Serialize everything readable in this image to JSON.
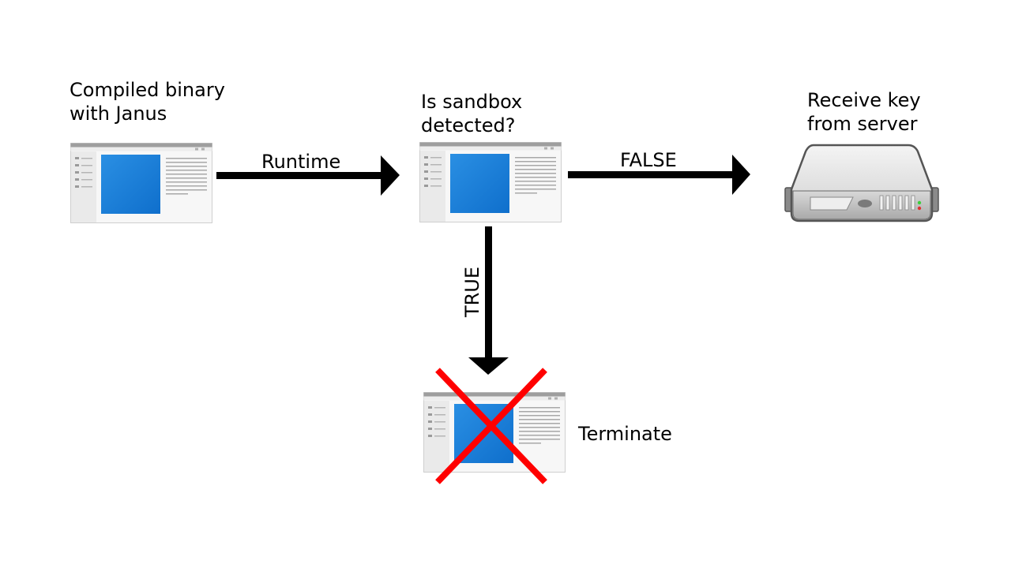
{
  "nodes": {
    "binary": {
      "label": "Compiled binary\nwith Janus",
      "icon": "app-window-icon"
    },
    "check": {
      "label": "Is sandbox\ndetected?",
      "icon": "app-window-icon"
    },
    "server": {
      "label": "Receive key\nfrom server",
      "icon": "server-icon"
    },
    "terminate": {
      "label": "Terminate",
      "icon": "app-window-icon",
      "overlay": "red-cross-icon"
    }
  },
  "edges": {
    "runtime": {
      "label": "Runtime",
      "from": "binary",
      "to": "check"
    },
    "false": {
      "label": "FALSE",
      "from": "check",
      "to": "server"
    },
    "true": {
      "label": "TRUE",
      "from": "check",
      "to": "terminate"
    }
  },
  "colors": {
    "arrow": "#000000",
    "cross": "#ff0000",
    "window_accent": "#1e7fd8",
    "window_frame": "#c8c8c8"
  }
}
